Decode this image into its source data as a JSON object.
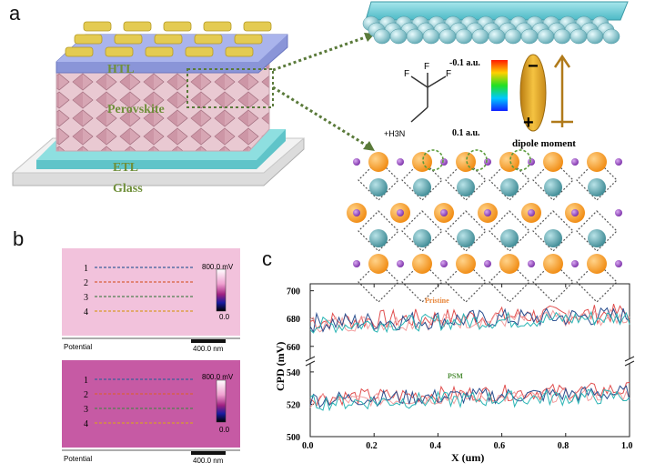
{
  "panels": {
    "a": "a",
    "b": "b",
    "c": "c"
  },
  "device": {
    "layers": {
      "htl": "HTL",
      "perovskite": "Perovskite",
      "etl": "ETL",
      "glass": "Glass"
    }
  },
  "molecule": {
    "f1": "F",
    "f2": "F",
    "f3": "F",
    "ammonium": "+H3N"
  },
  "colorbar": {
    "top": "-0.1 a.u.",
    "bottom": "0.1 a.u."
  },
  "dipole": {
    "label": "dipole moment",
    "minus": "−",
    "plus": "+"
  },
  "kpfm": {
    "line_numbers": [
      "1",
      "2",
      "3",
      "4"
    ],
    "scale_max": "800.0 mV",
    "scale_min": "0.0",
    "potential_label": "Potential",
    "scalebar": "400.0 nm",
    "line_colors": [
      "#3a5f9a",
      "#d95f3b",
      "#4f7f4f",
      "#d99a2b"
    ]
  },
  "chart_data": {
    "type": "line",
    "xlabel": "X (um)",
    "ylabel": "CPD (mV)",
    "xlim": [
      0,
      1.0
    ],
    "x_ticks": [
      "0.0",
      "0.2",
      "0.4",
      "0.6",
      "0.8",
      "1.0"
    ],
    "y_ticks_upper": [
      "700",
      "680",
      "660"
    ],
    "y_ticks_lower": [
      "540",
      "520",
      "500"
    ],
    "ylim_upper": [
      652,
      705
    ],
    "ylim_lower": [
      500,
      545
    ],
    "axis_break": true,
    "groups": [
      {
        "label": "Pristine",
        "label_color": "#e8863a",
        "series": [
          {
            "color": "#e05050",
            "base": 678,
            "amp": 7,
            "trend": 6
          },
          {
            "color": "#f4a0a0",
            "base": 676,
            "amp": 6,
            "trend": 5
          },
          {
            "color": "#2a4f8f",
            "base": 677,
            "amp": 7,
            "trend": 5
          },
          {
            "color": "#2bb5b5",
            "base": 675,
            "amp": 6,
            "trend": 6
          }
        ]
      },
      {
        "label": "PSM",
        "label_color": "#4f8f3a",
        "series": [
          {
            "color": "#e05050",
            "base": 524,
            "amp": 5,
            "trend": 5
          },
          {
            "color": "#f4a0a0",
            "base": 522,
            "amp": 4,
            "trend": 4
          },
          {
            "color": "#2a4f8f",
            "base": 523,
            "amp": 5,
            "trend": 4
          },
          {
            "color": "#2bb5b5",
            "base": 521,
            "amp": 5,
            "trend": 4
          }
        ]
      }
    ]
  }
}
